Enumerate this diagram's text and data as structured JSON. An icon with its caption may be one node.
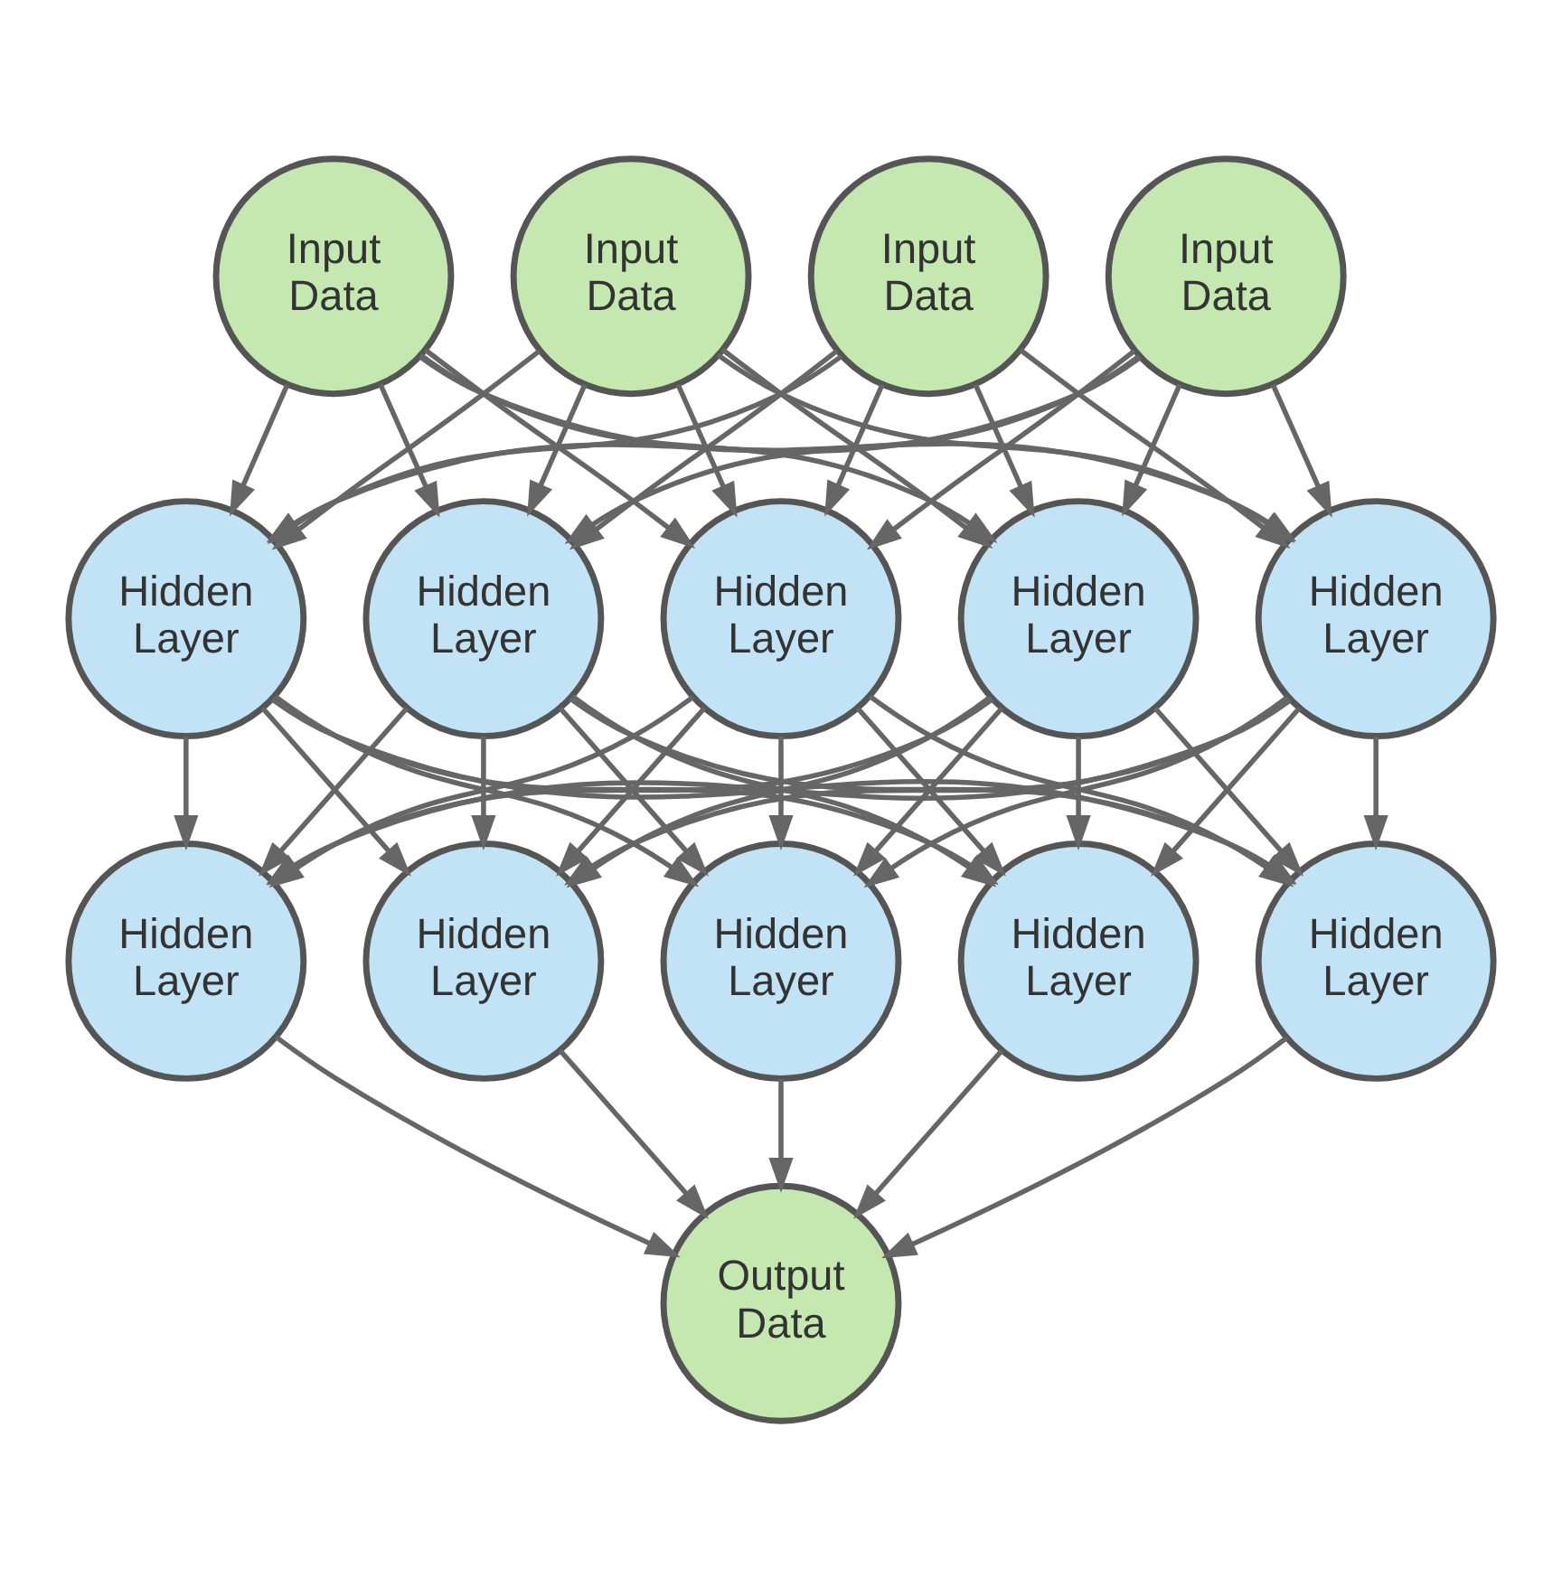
{
  "diagram": {
    "nodes": [
      {
        "text": [
          "Input Data"
        ]
      },
      {
        "text": [
          "Input Data"
        ]
      },
      {
        "text": [
          "Input Data"
        ]
      },
      {
        "text": [
          "Input Data"
        ]
      },
      {
        "text": [
          "Hidden Layer"
        ]
      },
      {
        "text": [
          "Hidden Layer"
        ]
      },
      {
        "text": [
          "Hidden Layer"
        ]
      },
      {
        "text": [
          "Hidden Layer"
        ]
      },
      {
        "text": [
          "Hidden Layer"
        ]
      },
      {
        "text": [
          "Hidden Layer"
        ]
      },
      {
        "text": [
          "Hidden Layer"
        ]
      },
      {
        "text": [
          "Hidden Layer"
        ]
      },
      {
        "text": [
          "Hidden Layer"
        ]
      },
      {
        "text": [
          "Hidden Layer"
        ]
      },
      {
        "text": [
          "Output Data"
        ]
      }
    ],
    "edges": [
      {
        "from": 0,
        "to": 4,
        "arrow": "to"
      },
      {
        "from": 0,
        "to": 5,
        "arrow": "to"
      },
      {
        "from": 0,
        "to": 6,
        "arrow": "to"
      },
      {
        "from": 0,
        "to": 7,
        "arrow": "to"
      },
      {
        "from": 0,
        "to": 8,
        "arrow": "to"
      },
      {
        "from": 1,
        "to": 4,
        "arrow": "to"
      },
      {
        "from": 1,
        "to": 5,
        "arrow": "to"
      },
      {
        "from": 1,
        "to": 6,
        "arrow": "to"
      },
      {
        "from": 1,
        "to": 7,
        "arrow": "to"
      },
      {
        "from": 1,
        "to": 8,
        "arrow": "to"
      },
      {
        "from": 2,
        "to": 4,
        "arrow": "to"
      },
      {
        "from": 2,
        "to": 5,
        "arrow": "to"
      },
      {
        "from": 2,
        "to": 6,
        "arrow": "to"
      },
      {
        "from": 2,
        "to": 7,
        "arrow": "to"
      },
      {
        "from": 2,
        "to": 8,
        "arrow": "to"
      },
      {
        "from": 3,
        "to": 4,
        "arrow": "to"
      },
      {
        "from": 3,
        "to": 5,
        "arrow": "to"
      },
      {
        "from": 3,
        "to": 6,
        "arrow": "to"
      },
      {
        "from": 3,
        "to": 7,
        "arrow": "to"
      },
      {
        "from": 3,
        "to": 8,
        "arrow": "to"
      },
      {
        "from": 4,
        "to": 9,
        "arrow": "to"
      },
      {
        "from": 4,
        "to": 10,
        "arrow": "to"
      },
      {
        "from": 4,
        "to": 11,
        "arrow": "to"
      },
      {
        "from": 4,
        "to": 12,
        "arrow": "to"
      },
      {
        "from": 4,
        "to": 13,
        "arrow": "to"
      },
      {
        "from": 5,
        "to": 9,
        "arrow": "to"
      },
      {
        "from": 5,
        "to": 10,
        "arrow": "to"
      },
      {
        "from": 5,
        "to": 11,
        "arrow": "to"
      },
      {
        "from": 5,
        "to": 12,
        "arrow": "to"
      },
      {
        "from": 5,
        "to": 13,
        "arrow": "to"
      },
      {
        "from": 6,
        "to": 9,
        "arrow": "to"
      },
      {
        "from": 6,
        "to": 10,
        "arrow": "to"
      },
      {
        "from": 6,
        "to": 11,
        "arrow": "to"
      },
      {
        "from": 6,
        "to": 12,
        "arrow": "to"
      },
      {
        "from": 6,
        "to": 13,
        "arrow": "to"
      },
      {
        "from": 7,
        "to": 9,
        "arrow": "to"
      },
      {
        "from": 7,
        "to": 10,
        "arrow": "to"
      },
      {
        "from": 7,
        "to": 11,
        "arrow": "to"
      },
      {
        "from": 7,
        "to": 12,
        "arrow": "to"
      },
      {
        "from": 7,
        "to": 13,
        "arrow": "to"
      },
      {
        "from": 8,
        "to": 9,
        "arrow": "to"
      },
      {
        "from": 8,
        "to": 10,
        "arrow": "to"
      },
      {
        "from": 8,
        "to": 11,
        "arrow": "to"
      },
      {
        "from": 8,
        "to": 12,
        "arrow": "to"
      },
      {
        "from": 8,
        "to": 13,
        "arrow": "to"
      },
      {
        "from": 9,
        "to": 14,
        "arrow": "to"
      },
      {
        "from": 10,
        "to": 14,
        "arrow": "to"
      },
      {
        "from": 11,
        "to": 14,
        "arrow": "to"
      },
      {
        "from": 12,
        "to": 14,
        "arrow": "to"
      },
      {
        "from": 13,
        "to": 14,
        "arrow": "to"
      }
    ]
  }
}
